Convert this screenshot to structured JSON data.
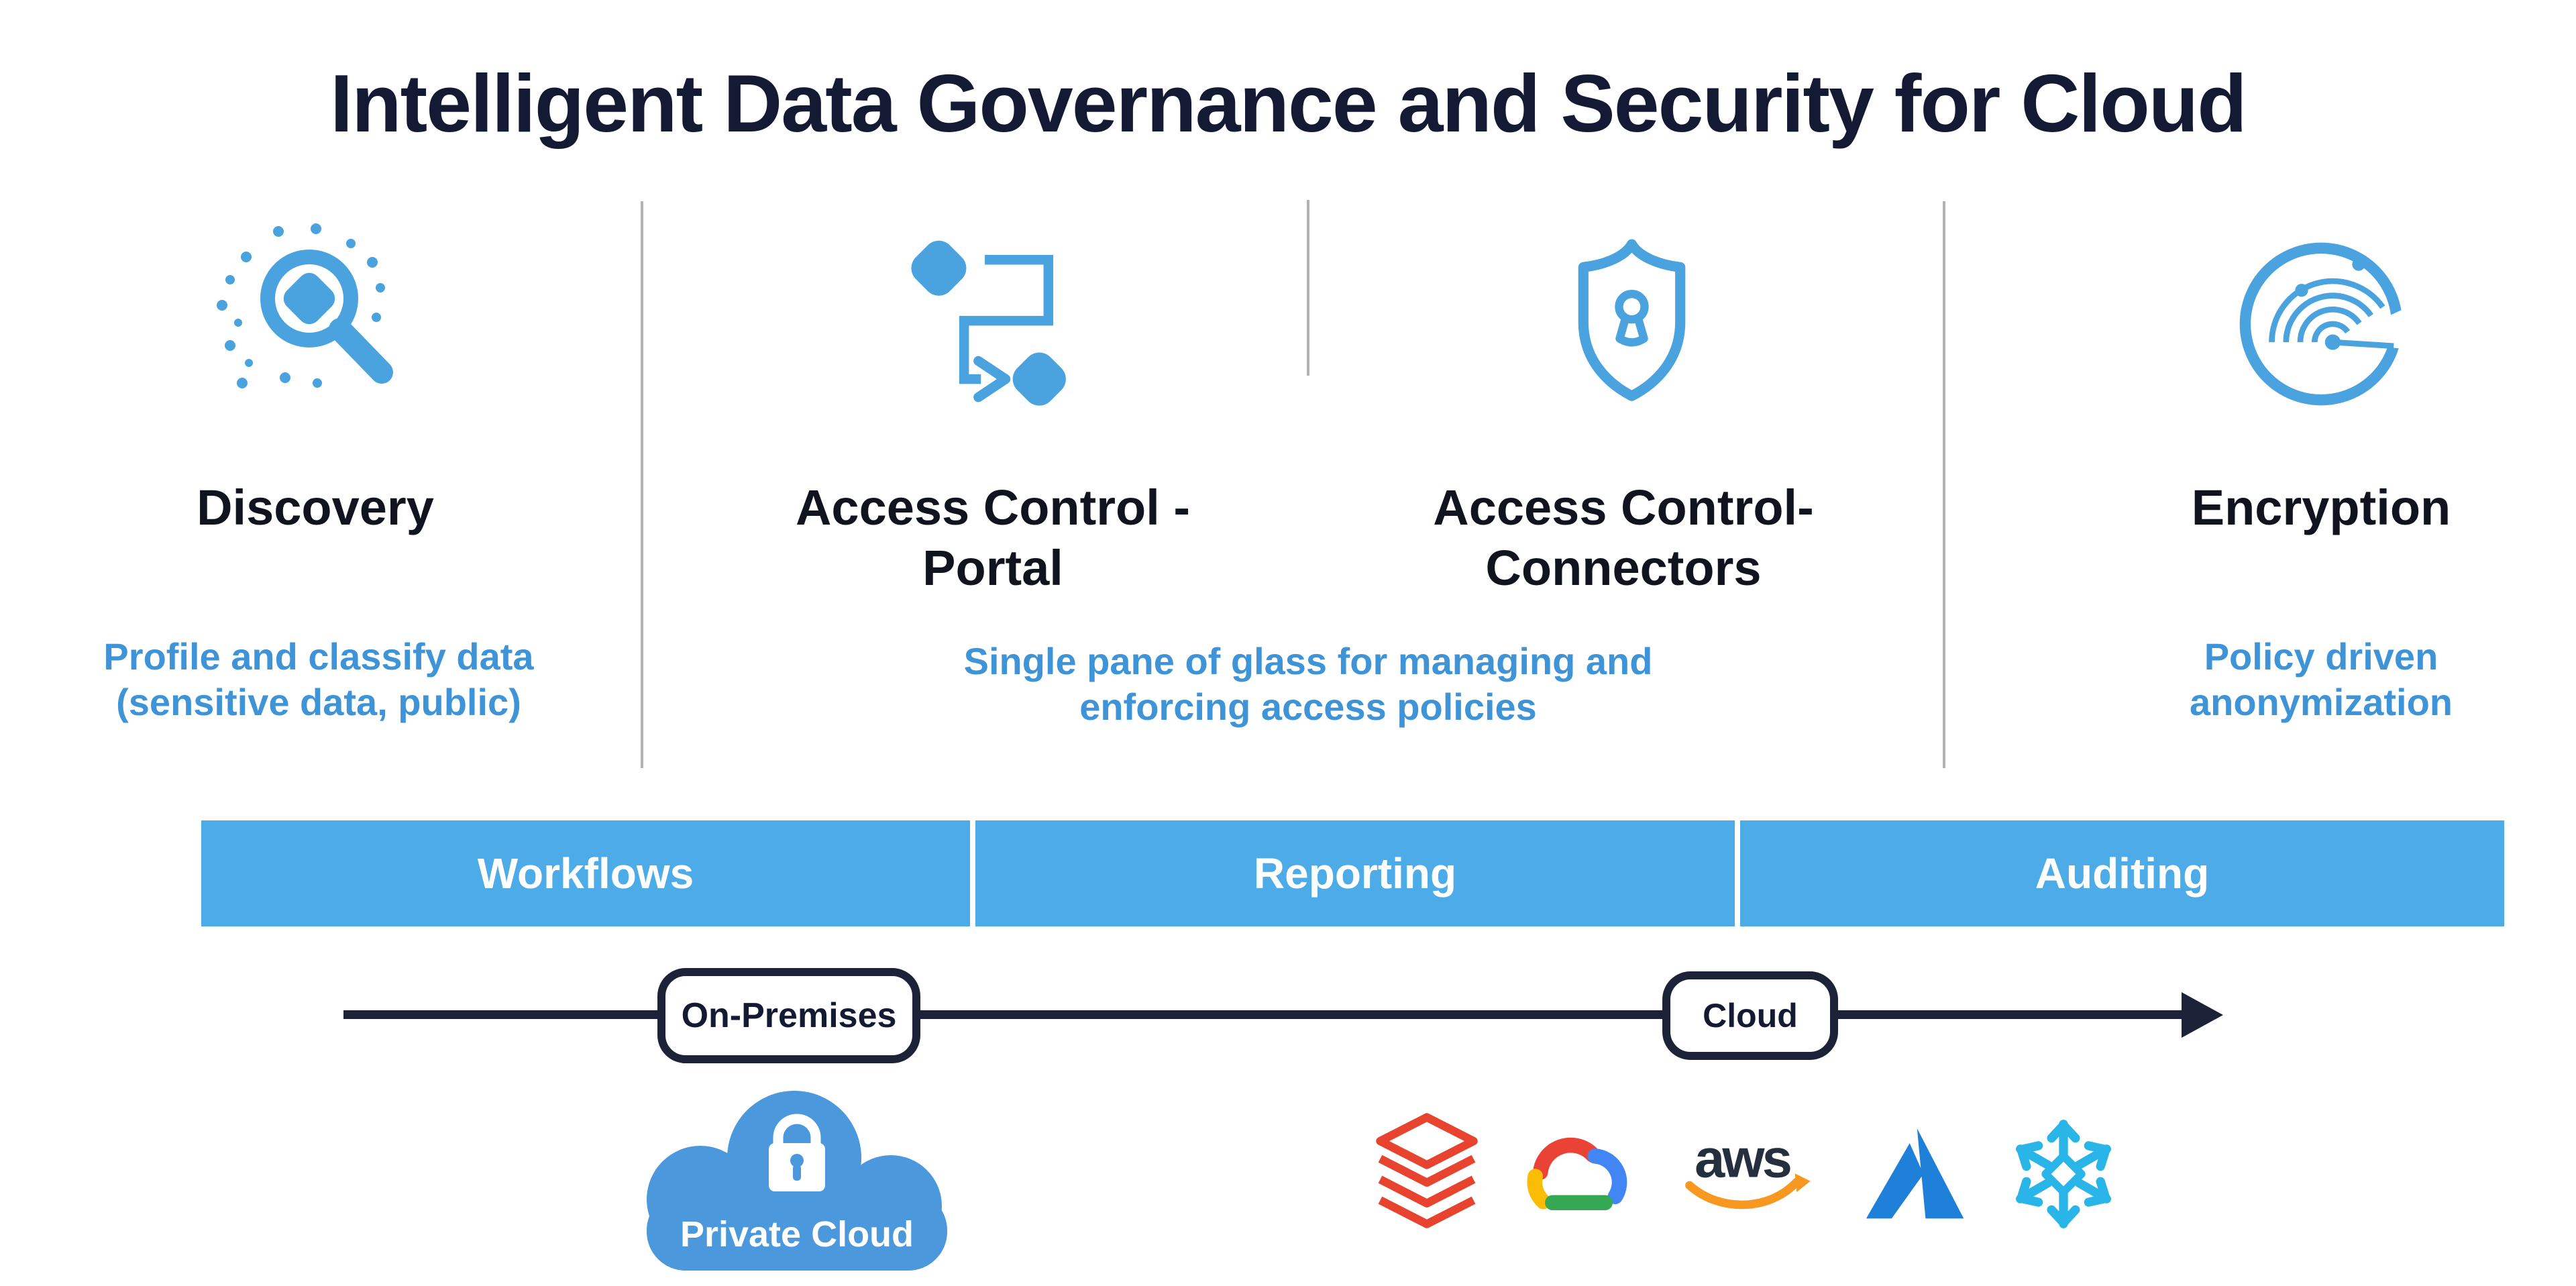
{
  "title": "Intelligent Data Governance and Security for Cloud",
  "colors": {
    "accent_blue": "#4AA2DE",
    "text_blue": "#3F94D7",
    "bar_blue": "#4DABE8",
    "dark_navy": "#1C2238",
    "cloud_blue": "#4B98DD",
    "divider_gray": "#B2B2B6",
    "databricks_red": "#E8432E",
    "aws_dark": "#252F3E",
    "aws_orange": "#F89820",
    "azure_blue": "#1E80D9",
    "snowflake_blue": "#29B5E8",
    "google_red": "#EA4335",
    "google_blue": "#4285F4",
    "google_yellow": "#FBBC05",
    "google_green": "#34A853"
  },
  "columns": [
    {
      "name": "discovery",
      "icon": "magnifier-dots-icon",
      "title_lines": [
        "Discovery",
        ""
      ]
    },
    {
      "name": "access-control-portal",
      "icon": "workflow-path-icon",
      "title_lines": [
        "Access Control -",
        "Portal"
      ]
    },
    {
      "name": "access-control-connectors",
      "icon": "shield-keyhole-icon",
      "title_lines": [
        "Access Control-",
        "Connectors"
      ]
    },
    {
      "name": "encryption",
      "icon": "radar-scan-icon",
      "title_lines": [
        "Encryption",
        ""
      ]
    }
  ],
  "descriptions": {
    "discovery_lines": [
      "Profile and classify data",
      "(sensitive data, public)"
    ],
    "access_control_lines": [
      "Single pane of glass for managing and",
      "enforcing access policies"
    ],
    "encryption_lines": [
      "Policy driven",
      "anonymization"
    ]
  },
  "capability_bar": {
    "labels": [
      "Workflows",
      "Reporting",
      "Auditing"
    ]
  },
  "timeline": {
    "on_premises_label": "On-Premises",
    "cloud_label": "Cloud"
  },
  "private_cloud_label": "Private Cloud",
  "logos": {
    "aws_wordmark": "aws",
    "items": [
      "databricks",
      "google-cloud",
      "aws",
      "azure",
      "snowflake"
    ]
  }
}
